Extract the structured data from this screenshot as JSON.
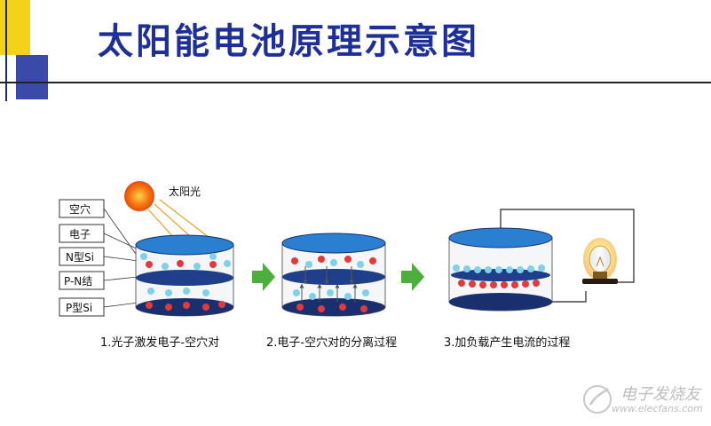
{
  "title": "太阳能电池原理示意图",
  "labels": {
    "sunlight": "太阳光",
    "hole": "空穴",
    "electron": "电子",
    "n_si": "N型Si",
    "pn_junction": "P-N结",
    "p_si": "P型Si"
  },
  "captions": {
    "step1": "1.光子激发电子-空穴对",
    "step2": "2.电子-空穴对的分离过程",
    "step3": "3.加负载产生电流的过程"
  },
  "watermark": {
    "name": "电子发烧友",
    "url": "www.elecfans.com"
  },
  "colors": {
    "title": "#1e2f9a",
    "cell_top": "#2a7fd0",
    "cell_dark": "#1a2f6e",
    "electron": "#7fd0e8",
    "hole": "#e23a3a",
    "arrow": "#4caf3c",
    "sun": "#f06a10"
  }
}
